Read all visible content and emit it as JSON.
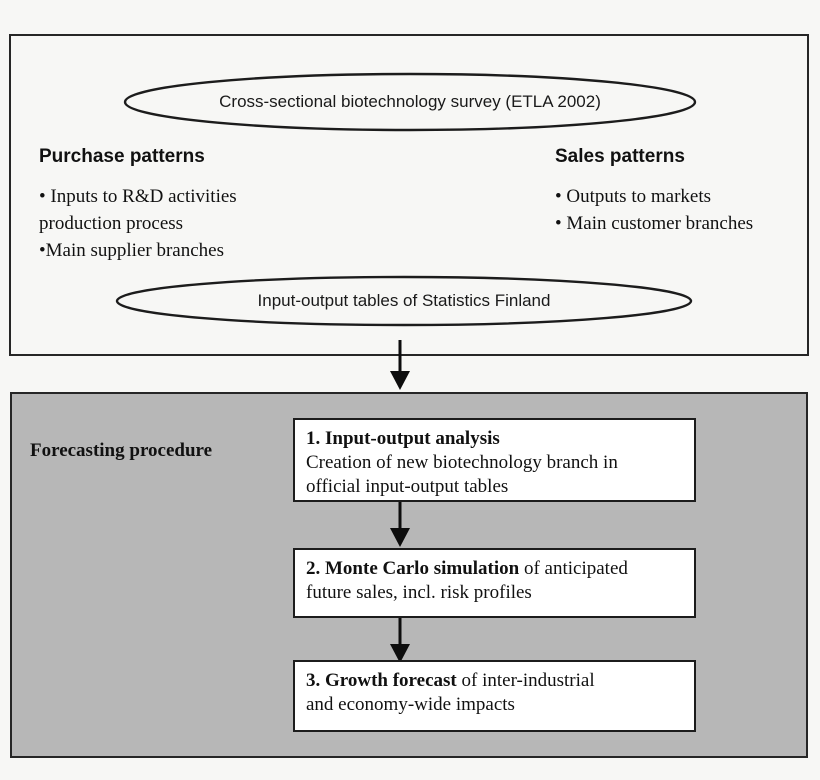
{
  "diagram": {
    "title": "Forecasting procedure flow diagram",
    "colors": {
      "panel_background": "#f7f7f5",
      "procedure_panel_background": "#b7b7b7",
      "box_background": "#ffffff",
      "stroke": "#1c1c1c",
      "text": "#111111"
    }
  },
  "data_panel": {
    "top_ellipse": {
      "label": "Cross-sectional biotechnology survey (ETLA 2002)"
    },
    "bottom_ellipse": {
      "label": "Input-output tables of Statistics Finland"
    },
    "purchase_patterns": {
      "heading": "Purchase patterns",
      "lines": [
        "• Inputs to R&D activities",
        "production process",
        "•Main supplier branches"
      ]
    },
    "sales_patterns": {
      "heading": "Sales patterns",
      "lines": [
        "• Outputs to markets",
        "• Main customer branches"
      ]
    }
  },
  "procedure_panel": {
    "label": "Forecasting procedure",
    "steps": [
      {
        "number": "1.",
        "bold_title": "Input-output analysis",
        "trailing_same_line": "",
        "body_lines": [
          "Creation of new biotechnology branch in",
          "official input-output tables"
        ]
      },
      {
        "number": "2.",
        "bold_title": "Monte Carlo simulation",
        "trailing_same_line": " of anticipated",
        "body_lines": [
          "future sales, incl. risk profiles"
        ]
      },
      {
        "number": "3.",
        "bold_title": "Growth forecast",
        "trailing_same_line": " of inter-industrial",
        "body_lines": [
          "and economy-wide impacts"
        ]
      }
    ]
  },
  "connectors": {
    "main_arrow": "down-arrow-data-to-procedure",
    "step1_to_step2": "down-arrow",
    "step2_to_step3": "down-arrow"
  }
}
